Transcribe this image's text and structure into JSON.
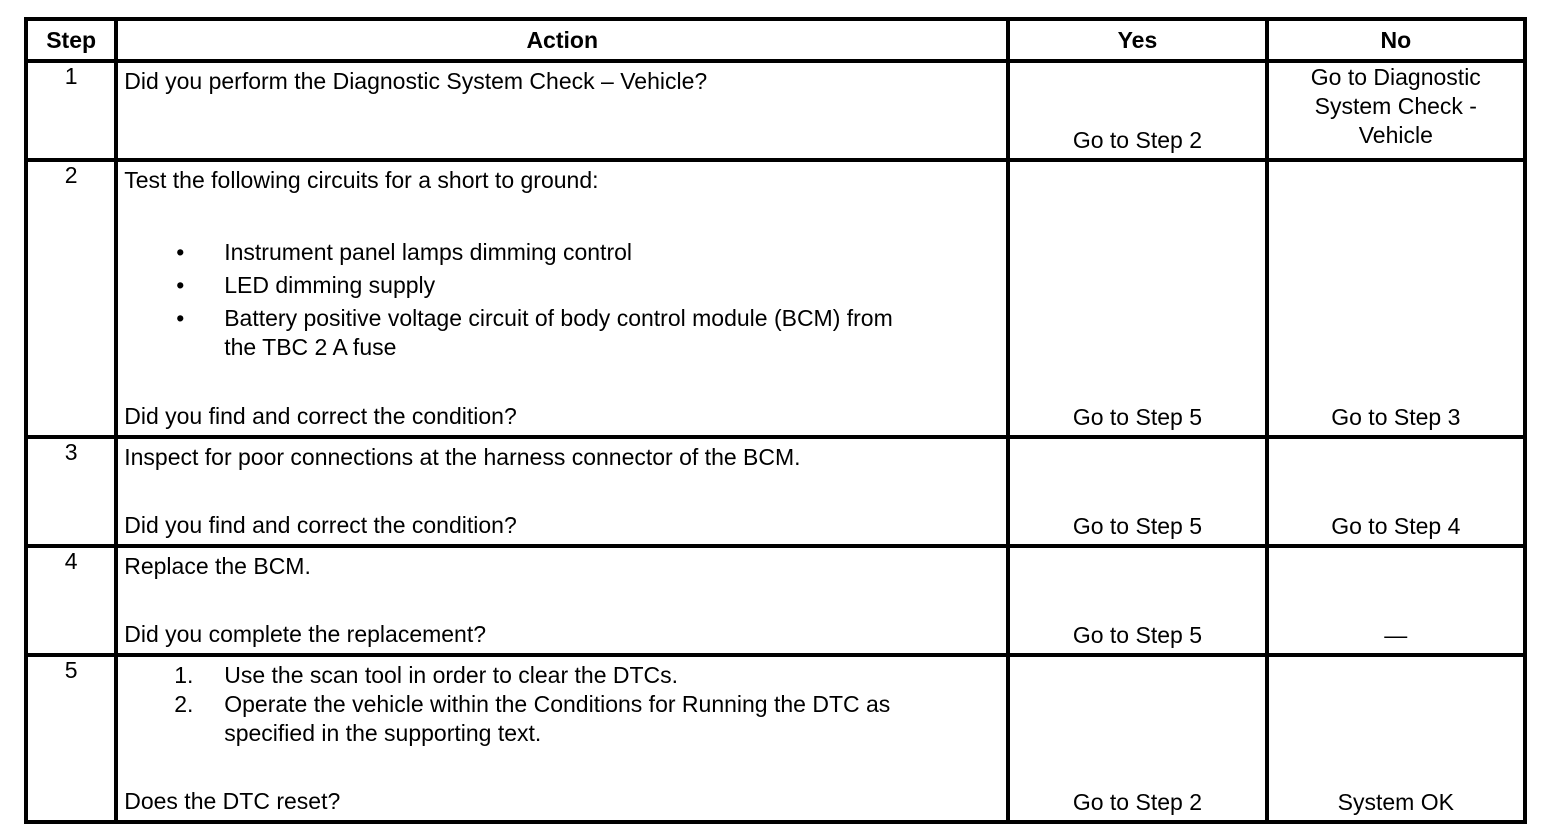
{
  "headers": {
    "step": "Step",
    "action": "Action",
    "yes": "Yes",
    "no": "No"
  },
  "rows": [
    {
      "step": "1",
      "action": "Did you perform the Diagnostic System Check – Vehicle?",
      "yes": "Go to Step 2",
      "no_lines": [
        "Go to Diagnostic",
        "System Check -",
        "Vehicle"
      ]
    },
    {
      "step": "2",
      "intro": "Test the following circuits for a short to ground:",
      "bullets": [
        "Instrument panel lamps dimming control",
        "LED dimming supply",
        "Battery positive voltage circuit of body control module (BCM) from",
        "the TBC 2 A fuse"
      ],
      "bullet_mark": "•",
      "prompt": "Did you find and correct the condition?",
      "yes": "Go to Step 5",
      "no": "Go to Step 3"
    },
    {
      "step": "3",
      "intro": "Inspect for poor connections at the harness connector of the BCM.",
      "prompt": "Did you find and correct the condition?",
      "yes": "Go to Step 5",
      "no": "Go to Step 4"
    },
    {
      "step": "4",
      "intro": "Replace the BCM.",
      "prompt": "Did you complete the replacement?",
      "yes": "Go to Step 5",
      "no": "—"
    },
    {
      "step": "5",
      "numbered": [
        {
          "mark": "1.",
          "lines": [
            "Use the scan tool in order to clear the DTCs."
          ]
        },
        {
          "mark": "2.",
          "lines": [
            "Operate the vehicle within the Conditions for Running the DTC as",
            "specified in the supporting text."
          ]
        }
      ],
      "prompt": "Does the DTC reset?",
      "yes": "Go to Step 2",
      "no": "System OK"
    }
  ]
}
